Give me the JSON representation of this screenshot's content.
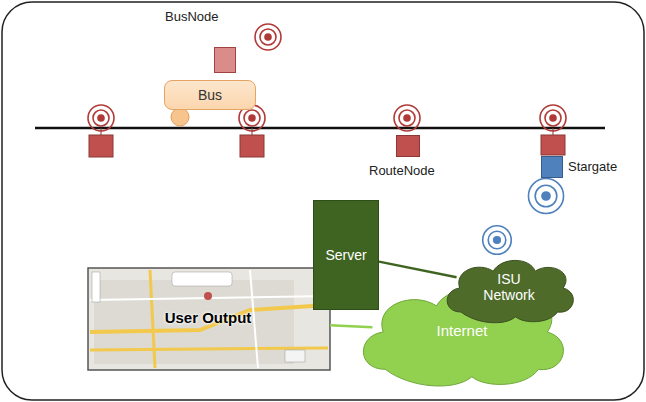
{
  "diagram": {
    "nodes": [
      {
        "text": [
          "BusNode"
        ]
      },
      {
        "text": [
          "Bus"
        ]
      },
      {
        "text": [
          "RouteNode"
        ]
      },
      {
        "text": [
          "Stargate"
        ]
      },
      {
        "text": [
          "Server"
        ]
      },
      {
        "text": [
          "ISU Network"
        ]
      },
      {
        "text": [
          "Internet"
        ]
      },
      {
        "text": [
          "User Output"
        ]
      }
    ],
    "edges": [
      {
        "from": 4,
        "to": 5,
        "arrow": "none"
      },
      {
        "from": 7,
        "to": 6,
        "arrow": "none"
      }
    ]
  }
}
